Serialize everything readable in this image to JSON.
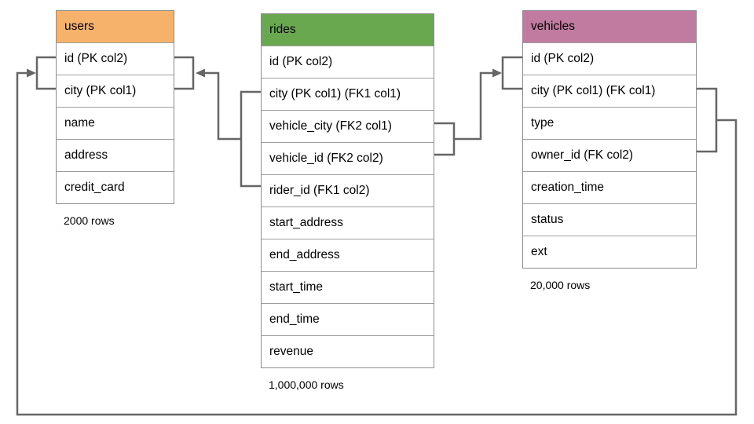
{
  "diagram": {
    "tables": [
      {
        "name": "users",
        "header_color": "#F6B26B",
        "columns": [
          "id (PK col2)",
          "city (PK col1)",
          "name",
          "address",
          "credit_card"
        ],
        "row_count": "2000 rows"
      },
      {
        "name": "rides",
        "header_color": "#6AA84F",
        "columns": [
          "id (PK col2)",
          "city (PK col1) (FK1 col1)",
          "vehicle_city (FK2 col1)",
          "vehicle_id (FK2 col2)",
          "rider_id (FK1 col2)",
          "start_address",
          "end_address",
          "start_time",
          "end_time",
          "revenue"
        ],
        "row_count": "1,000,000 rows"
      },
      {
        "name": "vehicles",
        "header_color": "#C27BA0",
        "columns": [
          "id (PK col2)",
          "city (PK col1) (FK col1)",
          "type",
          "owner_id (FK col2)",
          "creation_time",
          "status",
          "ext"
        ],
        "row_count": "20,000 rows"
      }
    ],
    "relationships": [
      {
        "from": "rides (FK1: city, rider_id)",
        "to": "users (PK: city, id)"
      },
      {
        "from": "rides (FK2: vehicle_city, vehicle_id)",
        "to": "vehicles (PK: city, id)"
      },
      {
        "from": "vehicles (FK: city, owner_id)",
        "to": "users (PK: city, id)"
      }
    ],
    "colors": {
      "connector": "#666666",
      "table_border": "#8c8c8c",
      "row_divider": "#9e9e9e",
      "text": "#000000",
      "background": "#ffffff"
    }
  }
}
